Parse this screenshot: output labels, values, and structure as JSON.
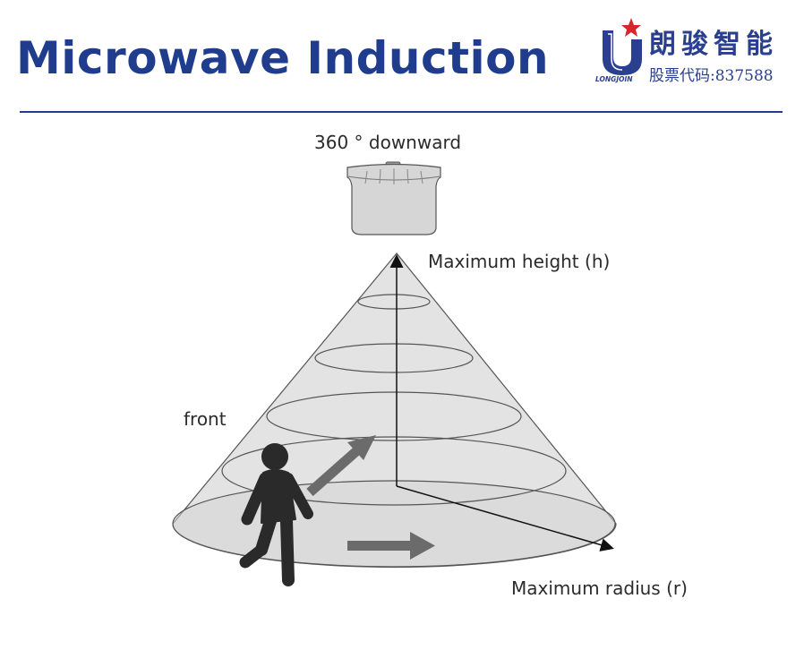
{
  "header": {
    "title": "Microwave Induction"
  },
  "logo": {
    "company_cn": "朗骏智能",
    "stock_code": "股票代码:837588",
    "brand_en": "LONGJOIN",
    "colors": {
      "navy": "#2a3f8f",
      "star": "#d6262b"
    }
  },
  "diagram": {
    "angle_label": "360 °  downward",
    "height_label": "Maximum height (h)",
    "radius_label": "Maximum radius (r)",
    "front_label": "front",
    "icons": [
      "microwave-sensor-icon",
      "walking-person-icon",
      "forward-arrow-icon",
      "right-arrow-icon"
    ]
  },
  "colors": {
    "title": "#1f3d8c",
    "cone_fill": "#d9d9d9",
    "cone_stroke": "#555555",
    "arrow_gray": "#6b6b6b"
  }
}
